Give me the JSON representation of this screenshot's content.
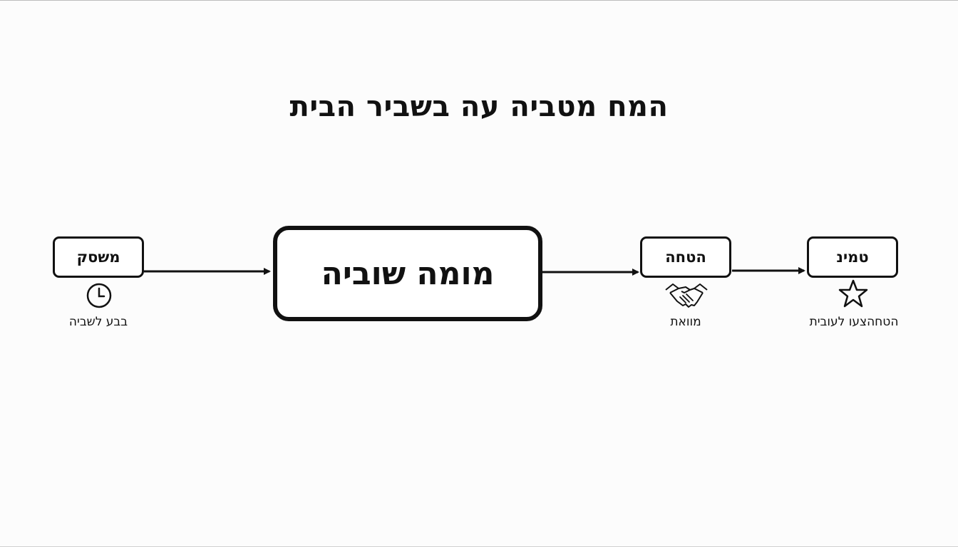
{
  "diagram": {
    "title": "המח מטביה עה בשביר הבית",
    "nodes": {
      "left": {
        "label": "משסק",
        "caption": "בבע לשביה",
        "icon": "clock-icon"
      },
      "center": {
        "label": "מומה שוביה"
      },
      "right1": {
        "label": "הטחה",
        "caption": "מוואת",
        "icon": "handshake-icon"
      },
      "right2": {
        "label": "טמינ",
        "caption": "הטחהצעו לעובית",
        "icon": "star-icon"
      }
    },
    "edges": [
      {
        "from": "left",
        "to": "center"
      },
      {
        "from": "center",
        "to": "right1"
      },
      {
        "from": "right1",
        "to": "right2"
      }
    ],
    "colors": {
      "stroke": "#111111",
      "background": "#fcfcfc"
    }
  }
}
